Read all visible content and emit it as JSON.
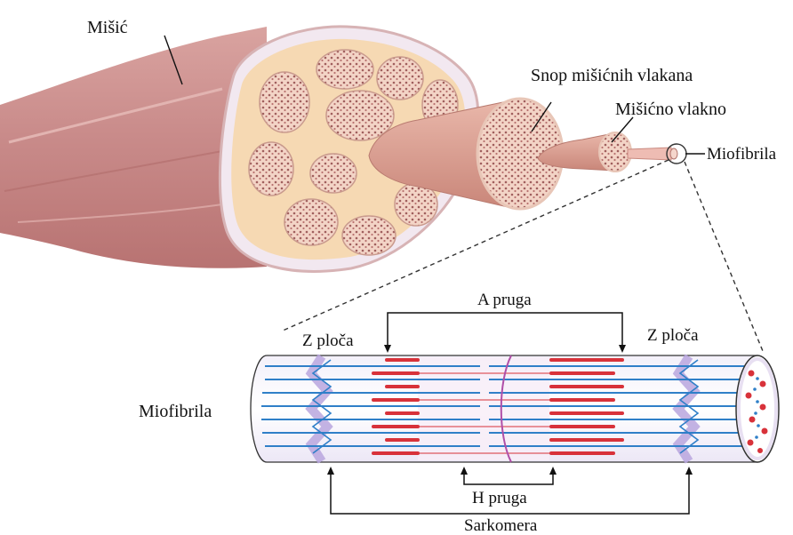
{
  "labels": {
    "misic": "Mišić",
    "snop": "Snop mišićnih vlakana",
    "vlakno": "Mišićno vlakno",
    "miofibrila_top": "Miofibrila",
    "miofibrila_left": "Miofibrila",
    "a_pruga": "A pruga",
    "z_ploca_left": "Z ploča",
    "z_ploca_right": "Z ploča",
    "h_pruga": "H pruga",
    "sarkomera": "Sarkomera"
  },
  "colors": {
    "muscle": "#c98b8a",
    "muscle_dark": "#a8625f",
    "cross_section": "#f6d9b3",
    "fascicle": "#f0c9b9",
    "thick_filament": "#d8323a",
    "thin_filament": "#2f7fc8",
    "z_disc": "#b8a6de",
    "m_line": "#b04fa8"
  }
}
